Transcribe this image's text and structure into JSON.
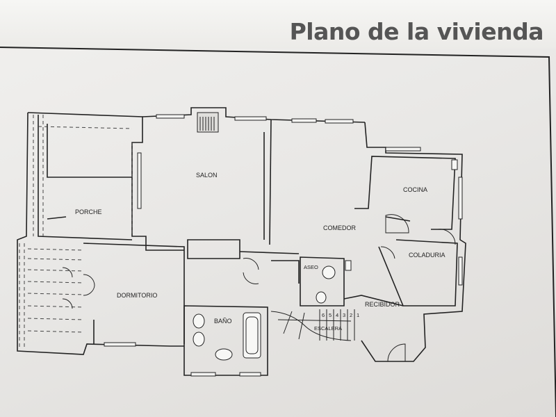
{
  "document": {
    "title": "Plano de la vivienda"
  },
  "rooms": {
    "porche": "PORCHE",
    "salon": "SALON",
    "comedor": "COMEDOR",
    "cocina": "COCINA",
    "coladuria": "COLADURIA",
    "dormitorio": "DORMITORIO",
    "bano": "BAÑO",
    "aseo": "ASEO",
    "recibidor": "RECIBIDOR",
    "escalera": "ESCALERA"
  },
  "stair_steps": [
    "6",
    "5",
    "4",
    "3",
    "2",
    "1"
  ]
}
